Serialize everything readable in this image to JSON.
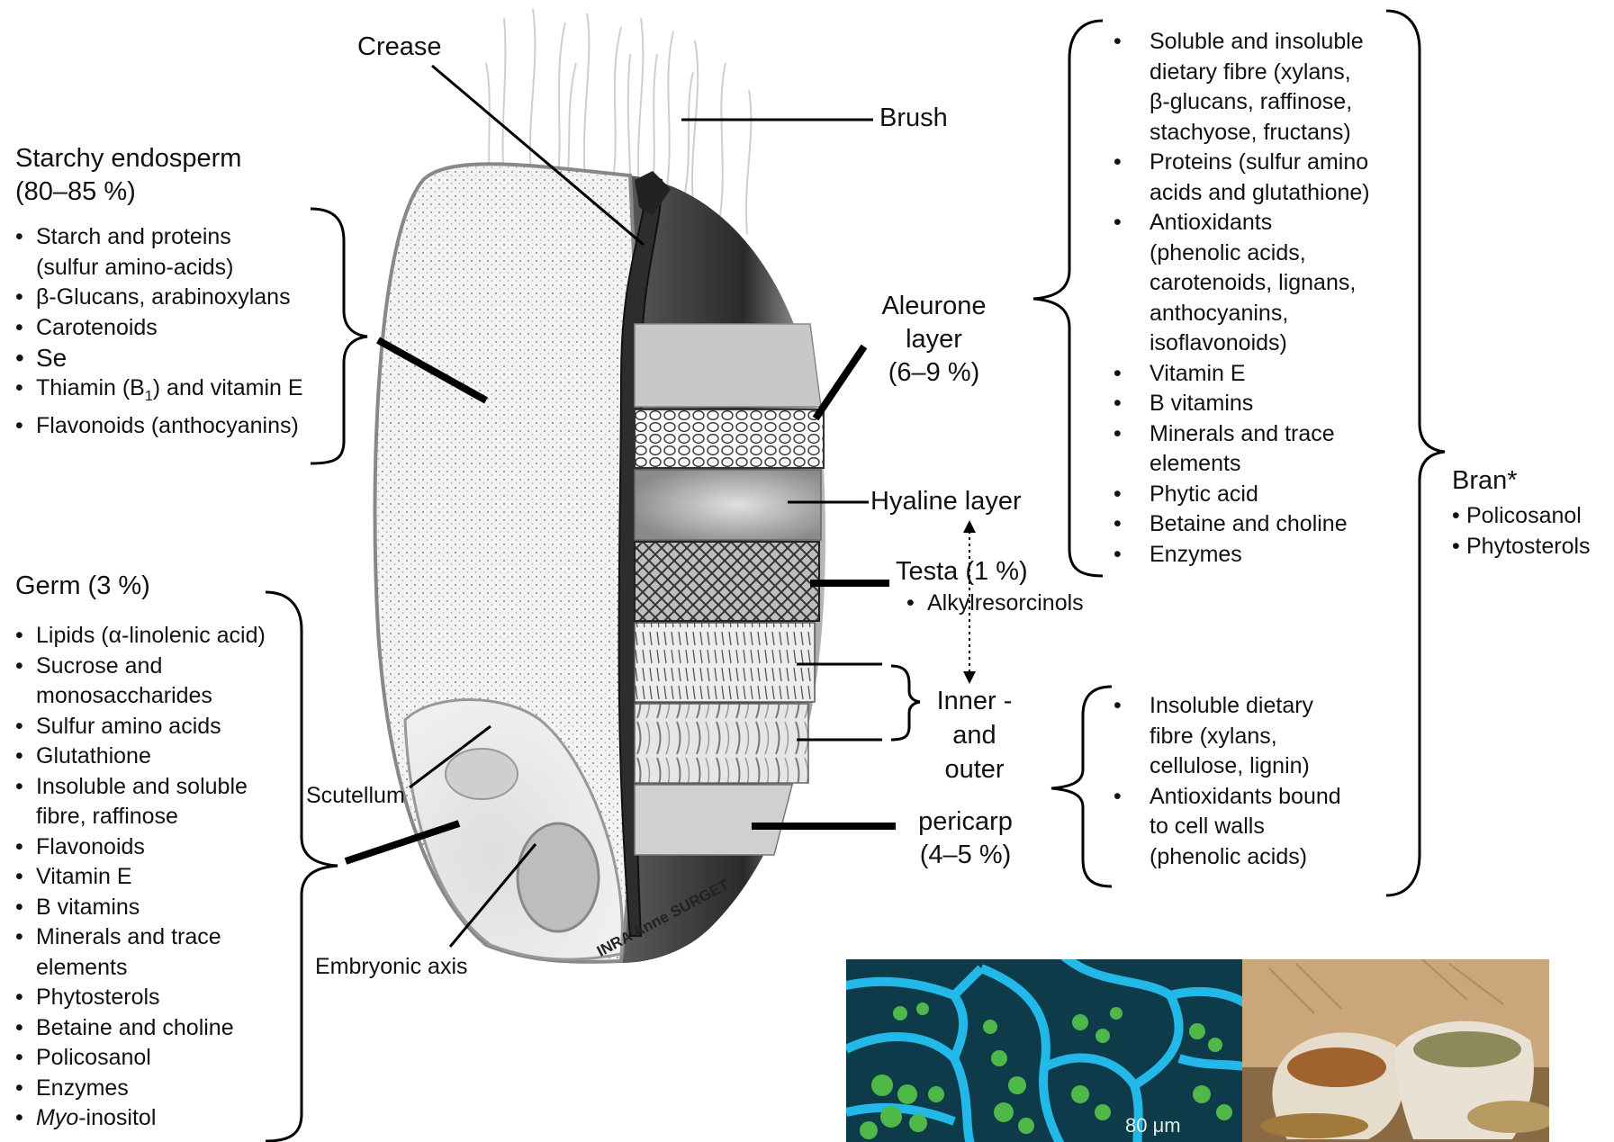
{
  "labels": {
    "crease": "Crease",
    "brush": "Brush",
    "aleurone_1": "Aleurone",
    "aleurone_2": "layer",
    "aleurone_3": "(6–9 %)",
    "hyaline": "Hyaline layer",
    "testa": "Testa (1 %)",
    "testa_item": "Alkylresorcinols",
    "pericarp_1": "Inner -",
    "pericarp_2": "and",
    "pericarp_3": "outer",
    "pericarp_4": "pericarp",
    "pericarp_5": "(4–5 %)",
    "scutellum": "Scutellum",
    "embryonic_axis": "Embryonic axis",
    "credit": "INRA Anne SURGET",
    "micro_scale": "80 μm"
  },
  "endosperm": {
    "title": "Starchy endosperm",
    "percent": "(80–85 %)",
    "items": [
      "Starch and proteins",
      "(sulfur amino-acids)",
      "β-Glucans, arabinoxylans",
      "Carotenoids",
      "Se",
      "Thiamin (B",
      "1",
      ") and vitamin E",
      "Flavonoids (anthocyanins)"
    ]
  },
  "germ": {
    "title": "Germ (3 %)",
    "items": [
      "Lipids (α-linolenic acid)",
      "Sucrose and",
      "monosaccharides",
      "Sulfur amino acids",
      "Glutathione",
      "Insoluble and soluble",
      "fibre, raffinose",
      "Flavonoids",
      "Vitamin E",
      "B vitamins",
      "Minerals and trace",
      "elements",
      "Phytosterols",
      "Betaine and choline",
      "Policosanol",
      "Enzymes",
      "Myo",
      "-inositol"
    ]
  },
  "aleurone_list": {
    "items": [
      "Soluble and insoluble",
      "dietary fibre (xylans,",
      "β-glucans, raffinose,",
      "stachyose, fructans)",
      "Proteins (sulfur amino",
      "acids and glutathione)",
      "Antioxidants",
      "(phenolic acids,",
      "carotenoids, lignans,",
      "anthocyanins,",
      "isoflavonoids)",
      "Vitamin E",
      "B vitamins",
      "Minerals and trace",
      "elements",
      "Phytic acid",
      "Betaine and choline",
      "Enzymes"
    ]
  },
  "pericarp_list": {
    "items": [
      "Insoluble dietary",
      "fibre (xylans,",
      "cellulose, lignin)",
      "Antioxidants bound",
      "to cell walls",
      "(phenolic acids)"
    ]
  },
  "bran": {
    "title": "Bran*",
    "items": [
      "Policosanol",
      "Phytosterols"
    ]
  },
  "colors": {
    "micro_blue": "#22b8e8",
    "micro_dark": "#0d3b4a",
    "micro_green": "#4fb848",
    "photo_brown": "#9a7448"
  }
}
